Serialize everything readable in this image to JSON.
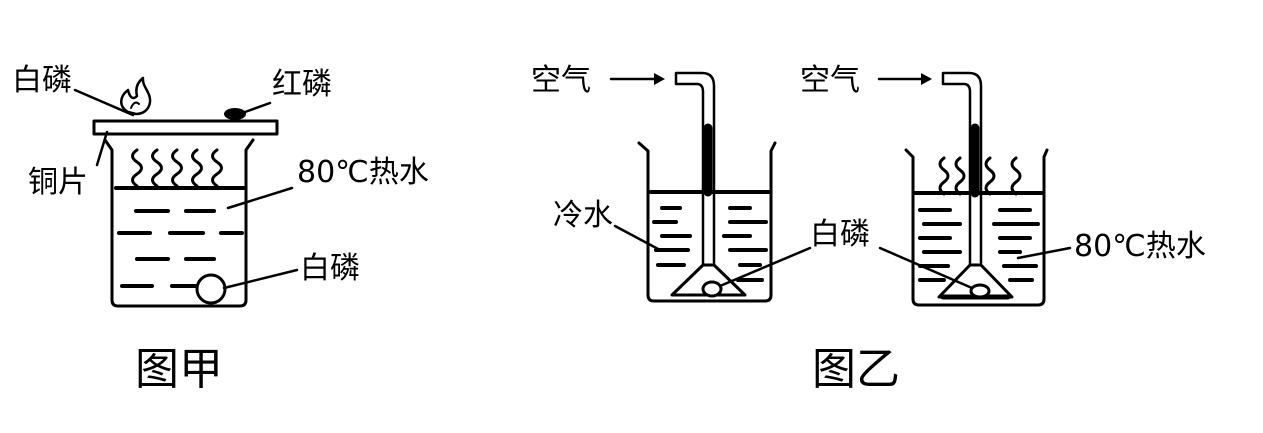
{
  "figure_a": {
    "caption": "图甲",
    "labels": {
      "white_phosphorus_top": "白磷",
      "red_phosphorus": "红磷",
      "copper_sheet": "铜片",
      "hot_water": "80℃热水",
      "white_phosphorus_bottom": "白磷"
    }
  },
  "figure_b": {
    "caption": "图乙",
    "left": {
      "air": "空气",
      "cold_water": "冷水"
    },
    "right": {
      "air": "空气",
      "hot_water": "80℃热水"
    },
    "white_phosphorus": "白磷"
  }
}
